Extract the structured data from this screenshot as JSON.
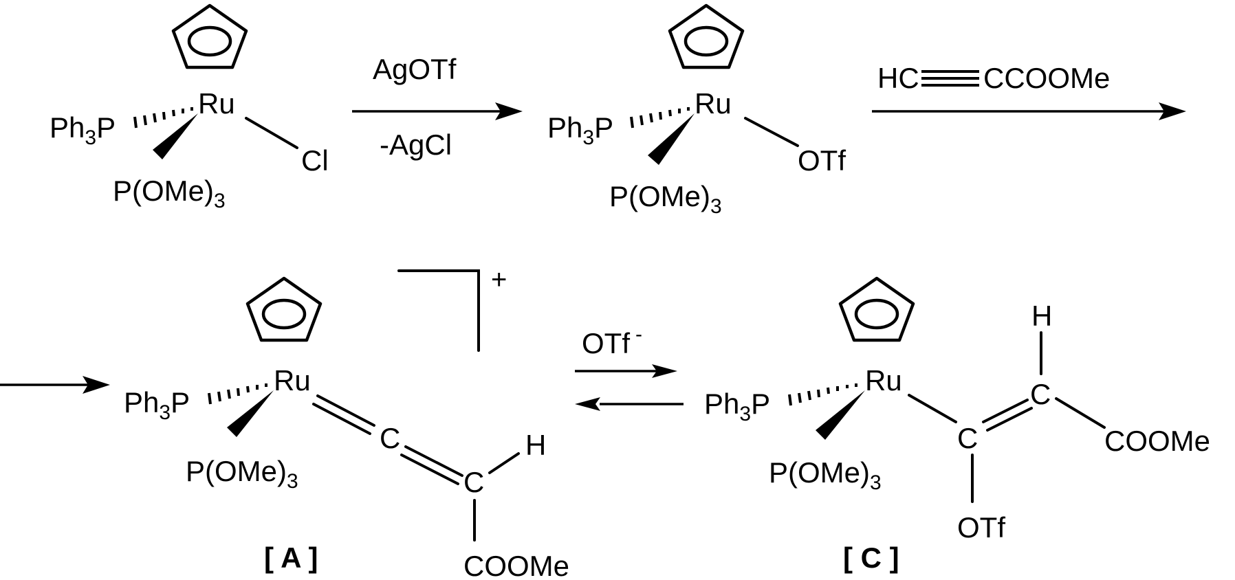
{
  "scheme": {
    "compound1": {
      "metal": "Ru",
      "ligand_top": "Ph",
      "ligand_top_sub": "3",
      "ligand_top_tail": "P",
      "ligand_bottom": "P(OMe)",
      "ligand_bottom_sub": "3",
      "substituent": "Cl"
    },
    "step1": {
      "reagent": "AgOTf",
      "byproduct": "-AgCl"
    },
    "compound2": {
      "metal": "Ru",
      "ligand_top": "Ph",
      "ligand_top_sub": "3",
      "ligand_top_tail": "P",
      "ligand_bottom": "P(OMe)",
      "ligand_bottom_sub": "3",
      "substituent": "OTf"
    },
    "step2": {
      "reagent_left": "HC",
      "reagent_right": "CCOOMe"
    },
    "compoundA": {
      "metal": "Ru",
      "ligand_top": "Ph",
      "ligand_top_sub": "3",
      "ligand_top_tail": "P",
      "ligand_bottom": "P(OMe)",
      "ligand_bottom_sub": "3",
      "carbon1": "C",
      "carbon2": "C",
      "hydrogen": "H",
      "ester": "COOMe",
      "charge": "+",
      "label": "[ A ]"
    },
    "equilibrium": {
      "reagent": "OTf",
      "reagent_charge": "-"
    },
    "compoundC": {
      "metal": "Ru",
      "ligand_top": "Ph",
      "ligand_top_sub": "3",
      "ligand_top_tail": "P",
      "ligand_bottom": "P(OMe)",
      "ligand_bottom_sub": "3",
      "carbon1": "C",
      "carbon2": "C",
      "hydrogen": "H",
      "ester": "COOMe",
      "triflate": "OTf",
      "label": "[ C ]"
    }
  }
}
